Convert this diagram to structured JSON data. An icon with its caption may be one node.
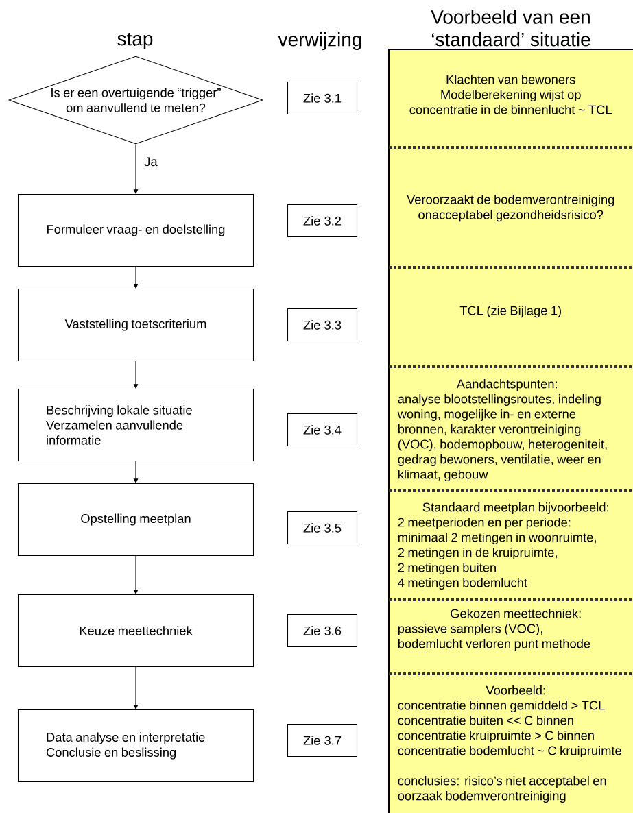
{
  "diagram": {
    "nodes": [
      {
        "text": [
          "Is er een overtuigende “trigger” om aanvullend te meten?"
        ]
      },
      {
        "text": [
          "Formuleer vraag- en doelstelling"
        ]
      },
      {
        "text": [
          "Vaststelling toetscriterium"
        ]
      },
      {
        "text": [
          "Beschrijving lokale situatie",
          "Verzamelen aanvullende informatie"
        ]
      },
      {
        "text": [
          "Opstelling meetplan"
        ]
      },
      {
        "text": [
          "Keuze meettechniek"
        ]
      },
      {
        "text": [
          "Data analyse en interpretatie",
          "Conclusie en beslissing"
        ]
      },
      {
        "text": [
          "Zie 3.1"
        ]
      },
      {
        "text": [
          "Zie 3.2"
        ]
      },
      {
        "text": [
          "Zie 3.3"
        ]
      },
      {
        "text": [
          "Zie 3.4"
        ]
      },
      {
        "text": [
          "Zie 3.5"
        ]
      },
      {
        "text": [
          "Zie 3.6"
        ]
      },
      {
        "text": [
          "Zie 3.7"
        ]
      },
      {
        "text": [
          "Voorbeeld van een ‘standaard’ situatie"
        ]
      },
      {
        "text": [
          "Klachten van bewoners",
          "Modelberekening wijst op",
          "concentratie in de binnenlucht ~ TCL"
        ],
        "in": 14
      },
      {
        "text": [
          "Veroorzaakt de bodemverontreiniging onacceptabel gezondheidsrisico?"
        ],
        "in": 14
      },
      {
        "text": [
          "TCL (zie Bijlage 1)"
        ],
        "in": 14
      },
      {
        "text": [
          "Aandachtspunten:",
          "analyse blootstellingsroutes, indeling woning, mogelijke in- en externe bronnen, karakter verontreiniging (VOC), bodemopbouw, heterogeniteit, gedrag bewoners, ventilatie, weer en klimaat, gebouw"
        ],
        "in": 14
      },
      {
        "text": [
          "Standaard meetplan bijvoorbeeld:",
          "2 meetperioden en per periode:",
          "minimaal 2 metingen in woonruimte,",
          "2 metingen in de kruipruimte,",
          "2 metingen buiten",
          "4 metingen bodemlucht"
        ],
        "in": 14
      },
      {
        "text": [
          "Gekozen meettechniek:",
          "passieve samplers (VOC),",
          "bodemlucht verloren punt methode"
        ],
        "in": 14
      },
      {
        "text": [
          "Voorbeeld:",
          "concentratie binnen gemiddeld > TCL",
          "concentratie buiten << C binnen",
          "concentratie kruipruimte > C binnen",
          "concentratie bodemlucht ~ C kruipruimte",
          "conclusies: risico’s niet acceptabel en oorzaak bodemverontreiniging"
        ],
        "in": 14
      }
    ],
    "edges": [
      {
        "from": 0,
        "to": 1,
        "arrow": "to",
        "label": "Ja"
      },
      {
        "from": 1,
        "to": 2,
        "arrow": "to"
      },
      {
        "from": 2,
        "to": 3,
        "arrow": "to"
      },
      {
        "from": 3,
        "to": 4,
        "arrow": "to"
      },
      {
        "from": 4,
        "to": 5,
        "arrow": "to"
      },
      {
        "from": 5,
        "to": 6,
        "arrow": "to"
      }
    ],
    "labels": [
      "stap",
      "verwijzing"
    ]
  }
}
